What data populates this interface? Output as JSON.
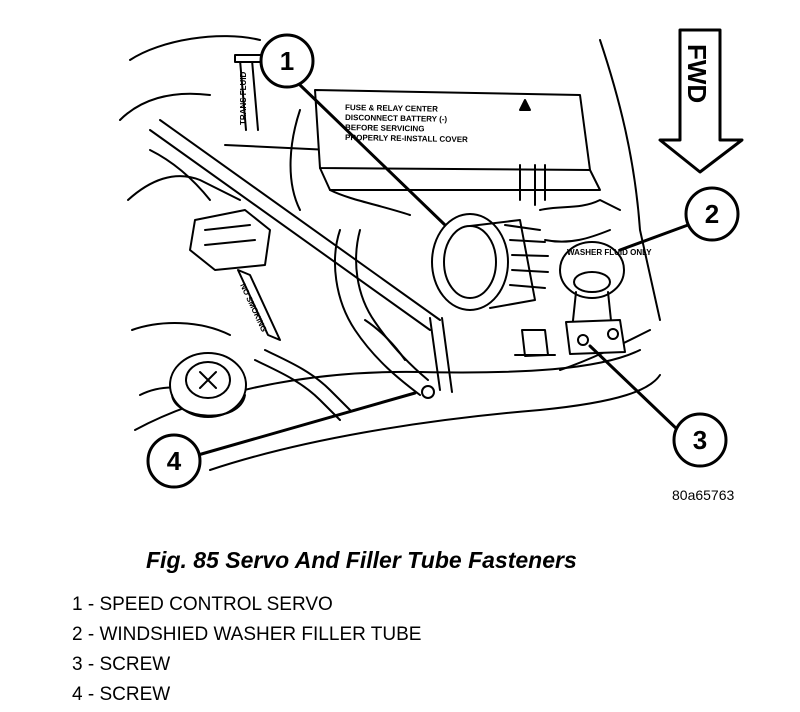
{
  "figure_id": "80a65763",
  "caption": "Fig. 85 Servo And Filler Tube Fasteners",
  "callouts": [
    "1",
    "2",
    "3",
    "4"
  ],
  "direction_arrow": {
    "label": "FWD"
  },
  "in_image_labels": {
    "fuse_box": [
      "FUSE & RELAY CENTER",
      "DISCONNECT BATTERY (-)",
      "BEFORE SERVICING",
      "PROPERLY RE-INSTALL COVER"
    ],
    "washer_cap": "WASHER FLUID ONLY",
    "hose_tag": "NO SMOKING",
    "dipstick": "TRANS FLUID"
  },
  "legend": [
    {
      "number": "1",
      "text": "1 - SPEED CONTROL SERVO"
    },
    {
      "number": "2",
      "text": "2 - WINDSHIED WASHER FILLER TUBE"
    },
    {
      "number": "3",
      "text": "3 - SCREW"
    },
    {
      "number": "4",
      "text": "4 - SCREW"
    }
  ]
}
